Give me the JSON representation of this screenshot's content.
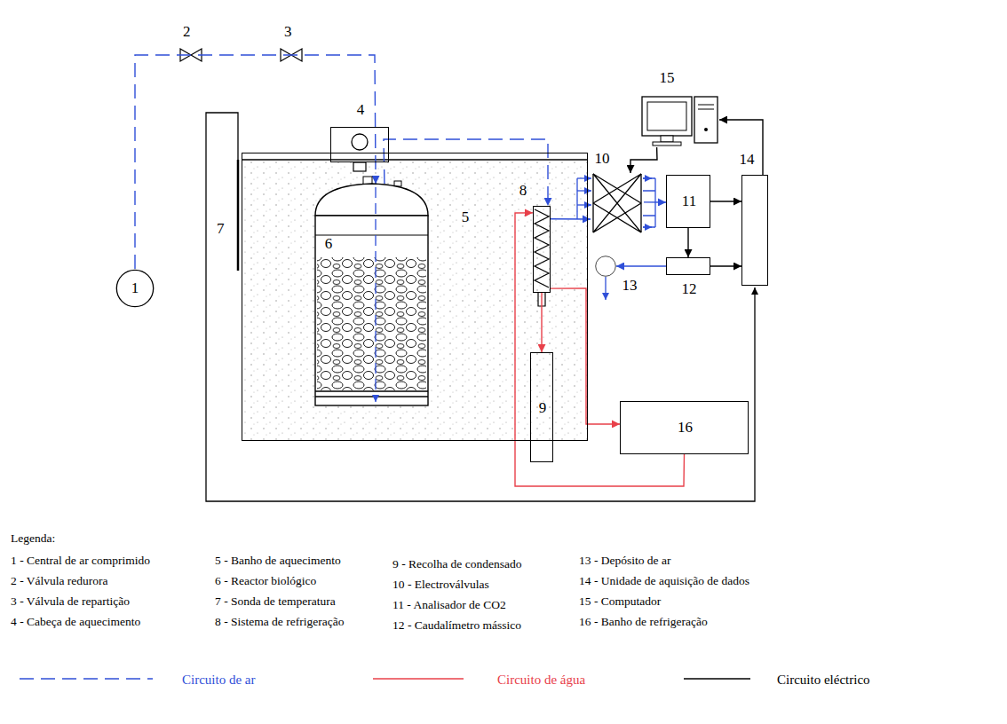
{
  "diagram": {
    "nodes": [
      {
        "text": [
          "1"
        ]
      },
      {
        "text": [
          "5"
        ]
      },
      {
        "text": [
          "6"
        ],
        "in": 1
      },
      {
        "text": [
          "4"
        ]
      },
      {
        "text": [
          "8"
        ]
      },
      {
        "text": [
          "9"
        ]
      },
      {
        "text": [
          "16"
        ]
      },
      {
        "text": [
          "10"
        ]
      },
      {
        "text": [
          "11"
        ]
      },
      {
        "text": [
          "12"
        ]
      },
      {
        "text": [
          "13"
        ]
      },
      {
        "text": [
          "14"
        ]
      },
      {
        "text": [
          "15"
        ]
      }
    ],
    "edges": [
      {
        "from": 0,
        "to": 2,
        "arrow": "to"
      },
      {
        "from": 2,
        "to": 4,
        "arrow": "to"
      },
      {
        "from": 4,
        "to": 7,
        "arrow": "to"
      },
      {
        "from": 7,
        "to": 8,
        "arrow": "to"
      },
      {
        "from": 8,
        "to": 9,
        "arrow": "to"
      },
      {
        "from": 9,
        "to": 10,
        "arrow": "to"
      },
      {
        "from": 8,
        "to": 11,
        "arrow": "to"
      },
      {
        "from": 9,
        "to": 11,
        "arrow": "to"
      },
      {
        "from": 11,
        "to": 12,
        "arrow": "to"
      },
      {
        "from": 12,
        "to": 7,
        "arrow": "to"
      },
      {
        "from": 4,
        "to": 5,
        "arrow": "to"
      },
      {
        "from": 4,
        "to": 6,
        "arrow": "to"
      },
      {
        "from": 6,
        "to": 4,
        "arrow": "to"
      }
    ],
    "labels": [
      "2",
      "3",
      "7",
      "Legenda:",
      "1 - Central de ar comprimido",
      "2 - Válvula redurora",
      "3 - Válvula de repartição",
      "4 - Cabeça de aquecimento",
      "5 - Banho de aquecimento",
      "6 - Reactor biológico",
      "7 - Sonda de temperatura",
      "8 - Sistema de refrigeração",
      "9 - Recolha de condensado",
      "10 - Electroválvulas",
      "11 - Analisador de CO2",
      "12 - Caudalímetro mássico",
      "13 - Depósito de ar",
      "14 - Unidade de aquisição de dados",
      "15 - Computador",
      "16 - Banho de refrigeração"
    ],
    "legend": [
      {
        "text": "Circuito de ar"
      },
      {
        "text": "Circuito de água"
      },
      {
        "text": "Circuito eléctrico"
      }
    ]
  }
}
